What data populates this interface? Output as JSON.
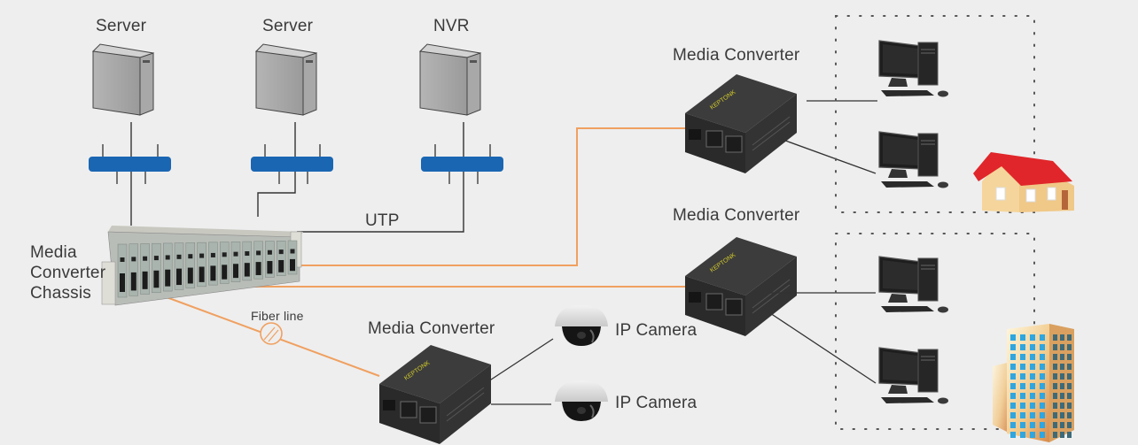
{
  "diagram": {
    "type": "network-topology",
    "colors": {
      "background": "#eeeeee",
      "fiber": "#f0a060",
      "utp": "#333333",
      "hub": "#1a66b3",
      "zone_border": "#555555"
    },
    "nodes": {
      "server1": {
        "label": "Server"
      },
      "server2": {
        "label": "Server"
      },
      "nvr": {
        "label": "NVR"
      },
      "chassis": {
        "label": "Media Converter Chassis"
      },
      "mc_top": {
        "label": "Media Converter"
      },
      "mc_mid": {
        "label": "Media Converter"
      },
      "mc_bottom": {
        "label": "Media Converter"
      },
      "camera1": {
        "label": "IP Camera"
      },
      "camera2": {
        "label": "IP Camera"
      }
    },
    "links": {
      "utp_label": "UTP",
      "fiber_label": "Fiber line"
    },
    "zones": [
      {
        "name": "house",
        "computers": 2,
        "building_icon": "house-icon"
      },
      {
        "name": "office-building",
        "computers": 2,
        "building_icon": "office-building-icon"
      }
    ]
  }
}
